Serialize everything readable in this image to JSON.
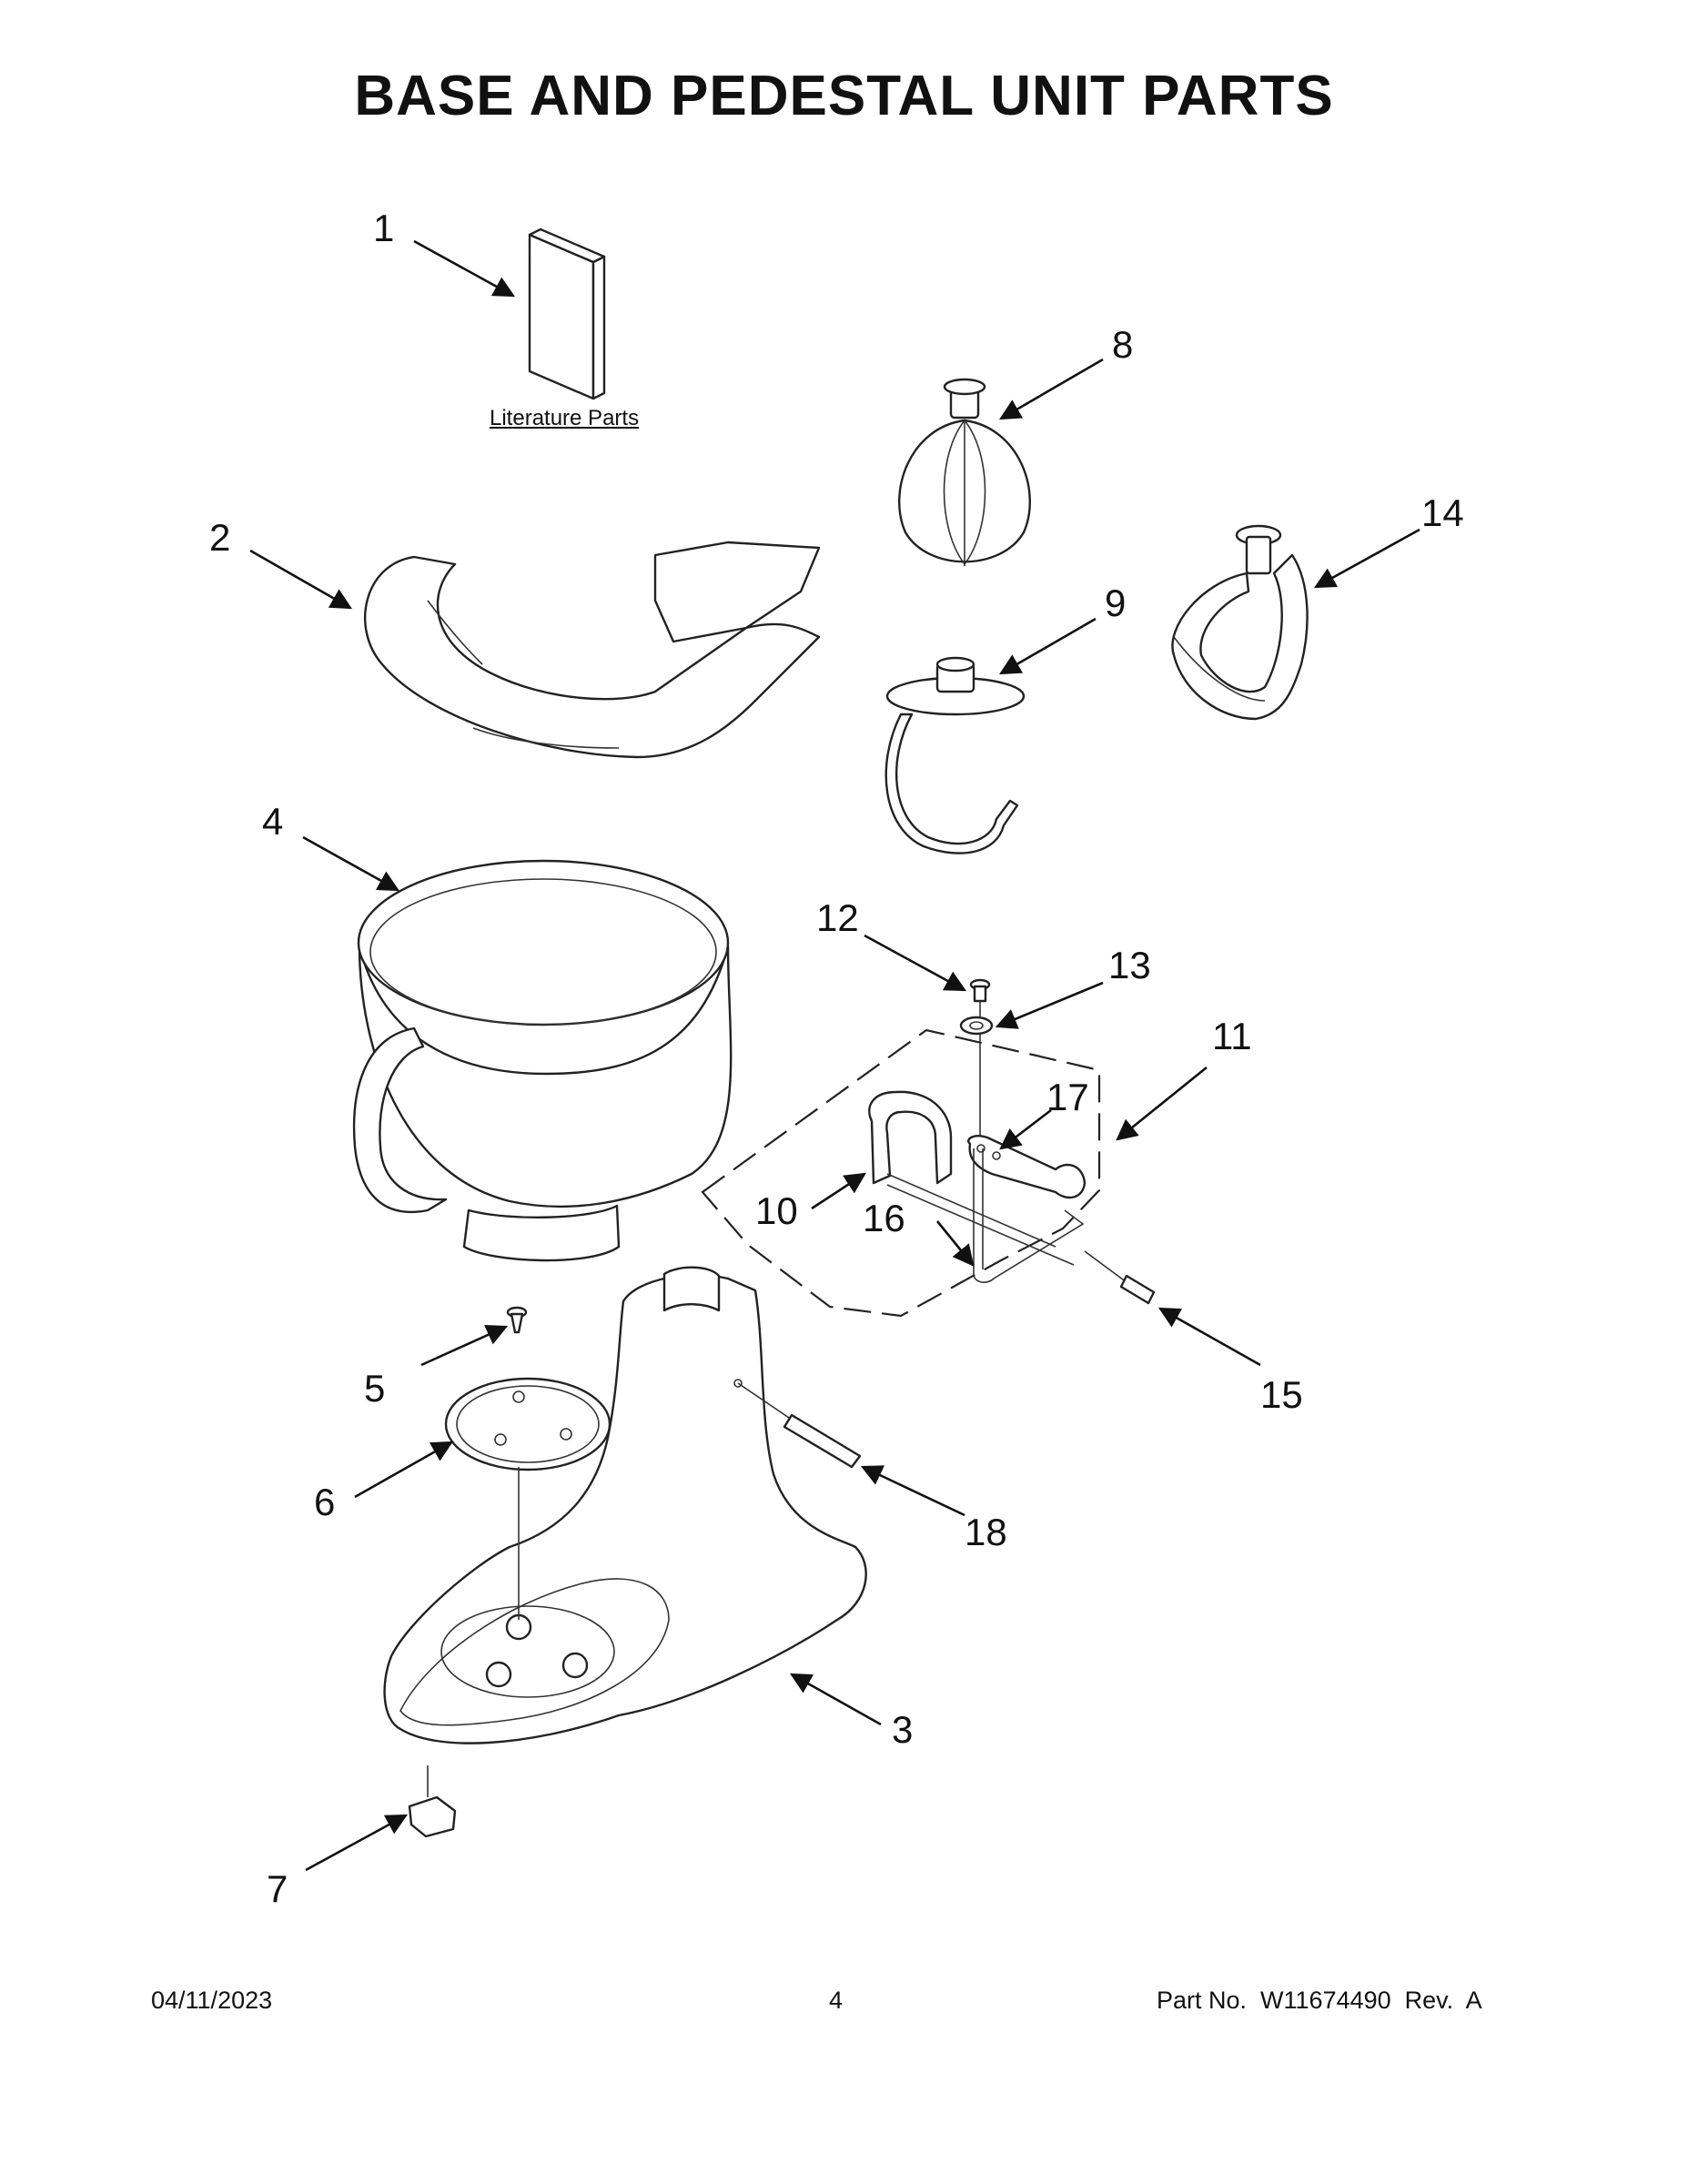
{
  "title": "BASE AND PEDESTAL UNIT PARTS",
  "literature_label": "Literature Parts",
  "callouts": [
    "1",
    "2",
    "3",
    "4",
    "5",
    "6",
    "7",
    "8",
    "9",
    "10",
    "11",
    "12",
    "13",
    "14",
    "15",
    "16",
    "17",
    "18"
  ],
  "footer": {
    "date": "04/11/2023",
    "page": "4",
    "part_no": "Part No.  W11674490  Rev.  A"
  }
}
